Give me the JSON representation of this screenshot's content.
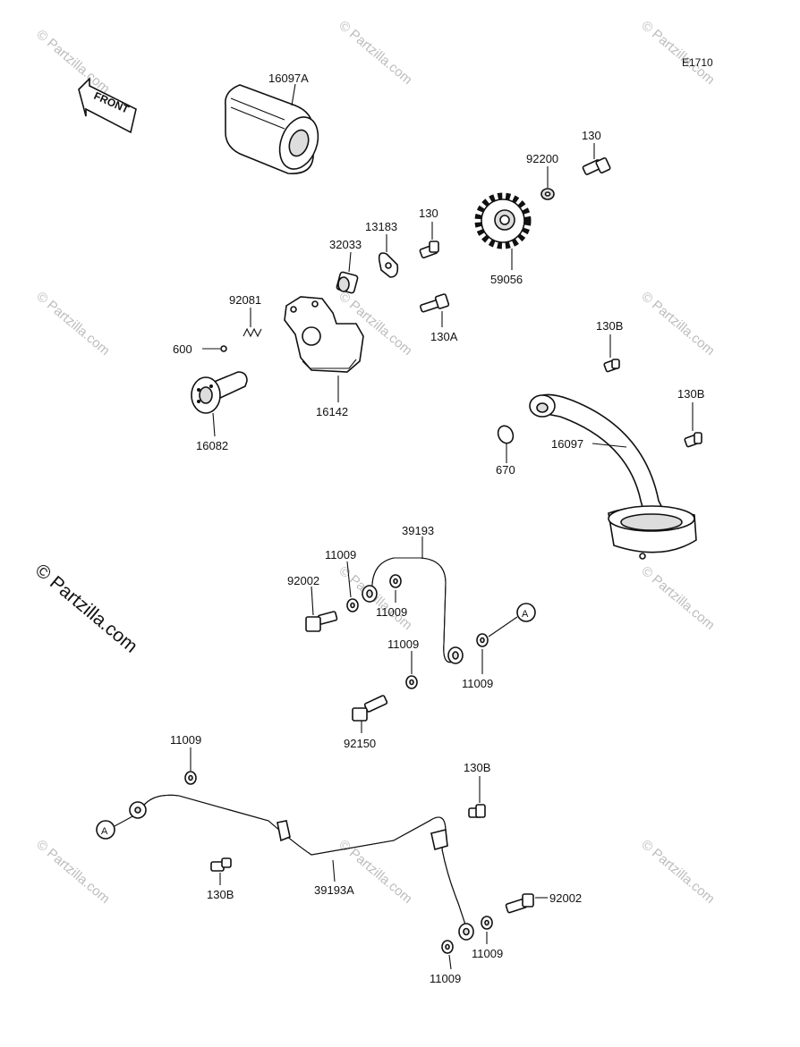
{
  "diagram": {
    "code": "E1710",
    "front_label": "FRONT",
    "copyright": "© Partzilla.com",
    "watermark": "© Partzilla.com",
    "ref_marker": "A"
  },
  "labels": {
    "p16097A": "16097A",
    "p130_top": "130",
    "p92200": "92200",
    "p13183": "13183",
    "p130_mid": "130",
    "p32033": "32033",
    "p59056": "59056",
    "p92081": "92081",
    "p130A": "130A",
    "p600": "600",
    "p130B_r1": "130B",
    "p16142": "16142",
    "p130B_r2": "130B",
    "p16082": "16082",
    "p16097": "16097",
    "p670": "670",
    "p39193": "39193",
    "p11009_a": "11009",
    "p92002_a": "92002",
    "p11009_b": "11009",
    "p11009_c": "11009",
    "p11009_d": "11009",
    "p92150": "92150",
    "p11009_e": "11009",
    "p130B_b1": "130B",
    "p130B_b2": "130B",
    "p39193A": "39193A",
    "p92002_b": "92002",
    "p11009_f": "11009",
    "p11009_g": "11009"
  }
}
